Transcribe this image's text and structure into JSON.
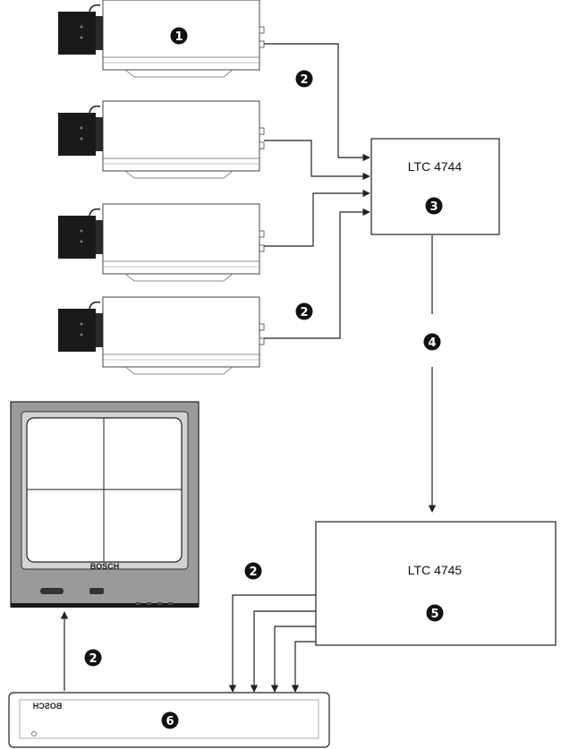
{
  "markers": {
    "cameras": "1",
    "cable_top": "2",
    "encoder": "3",
    "link": "4",
    "decoder": "5",
    "recorder": "6",
    "cable_bottom_camera": "2",
    "cable_decoder_out": "2",
    "cable_monitor": "2"
  },
  "encoder": {
    "label": "LTC 4744"
  },
  "decoder": {
    "label": "LTC 4745"
  },
  "monitor": {
    "brand": "BOSCH"
  },
  "recorder": {
    "brand": "BOSCH"
  },
  "colors": {
    "line": "#222222",
    "marker": "#111111",
    "monitor_bezel": "#9a9a9a",
    "camera_lens": "#1a1a1a"
  }
}
